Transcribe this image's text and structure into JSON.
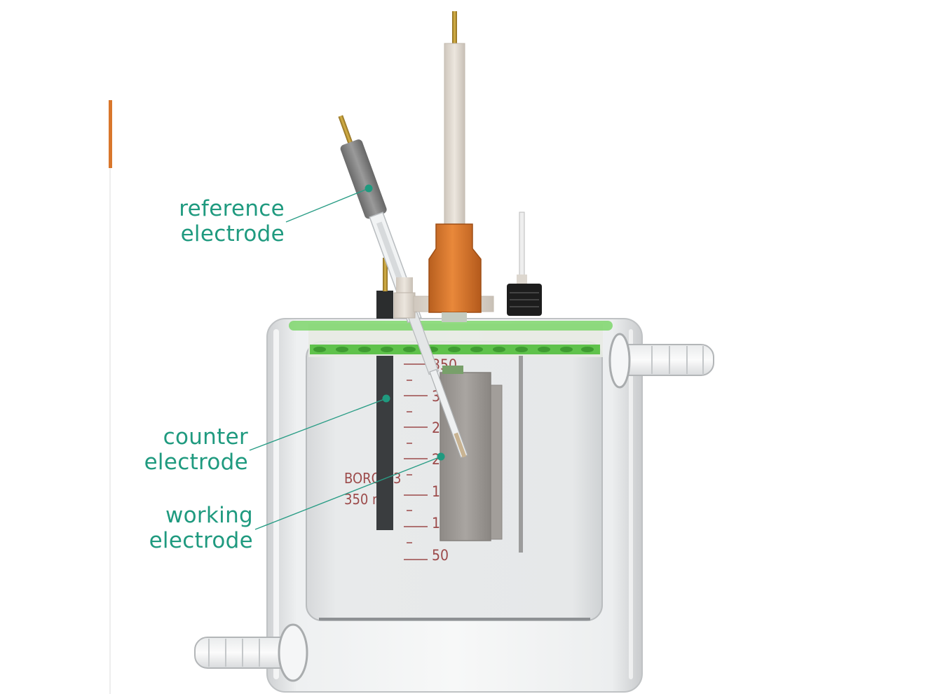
{
  "colors": {
    "label_teal": "#1f9a7f",
    "leader_line": "#2a9d86",
    "gasket_green": "#6fd35a",
    "copper_fitting": "#d9772c",
    "graduation": "#9c4a4a",
    "counter_electrode": "#3a3d3f",
    "working_electrode": "#9a9692"
  },
  "labels": {
    "reference": {
      "line1": "reference",
      "line2": "electrode"
    },
    "counter": {
      "line1": "counter",
      "line2": "electrode"
    },
    "working": {
      "line1": "working",
      "line2": "electrode"
    }
  },
  "vessel": {
    "brand": "BORO3.3",
    "capacity": "350 ml",
    "graduations": [
      "350",
      "300",
      "250",
      "200",
      "150",
      "100",
      "50"
    ]
  }
}
